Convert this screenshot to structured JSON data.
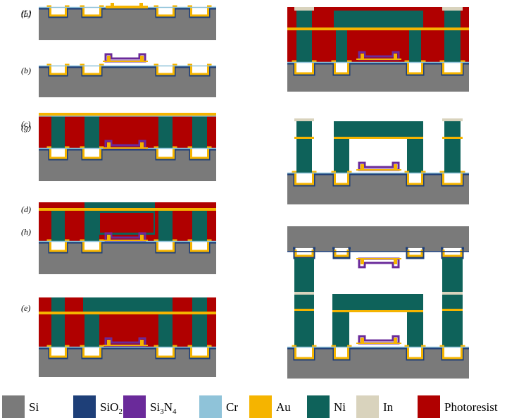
{
  "panels": [
    {
      "id": "a",
      "label": "(a)"
    },
    {
      "id": "b",
      "label": "(b)"
    },
    {
      "id": "c",
      "label": "(c)"
    },
    {
      "id": "d",
      "label": "(d)"
    },
    {
      "id": "e",
      "label": "(e)"
    },
    {
      "id": "f",
      "label": "(f )"
    },
    {
      "id": "g",
      "label": "(g)"
    },
    {
      "id": "h",
      "label": "(h)"
    }
  ],
  "legend": [
    {
      "key": "si",
      "label": "Si",
      "color": "#7a7a7a"
    },
    {
      "key": "sio2",
      "label": "SiO2",
      "color": "#1e3f78"
    },
    {
      "key": "si3n4",
      "label": "Si3N4",
      "color": "#6a2a9a"
    },
    {
      "key": "cr",
      "label": "Cr",
      "color": "#8fc3d9"
    },
    {
      "key": "au",
      "label": "Au",
      "color": "#f5b400"
    },
    {
      "key": "ni",
      "label": "Ni",
      "color": "#0e625a"
    },
    {
      "key": "in",
      "label": "In",
      "color": "#d9d3bd"
    },
    {
      "key": "photoresist",
      "label": "Photoresist",
      "color": "#b00000"
    }
  ]
}
